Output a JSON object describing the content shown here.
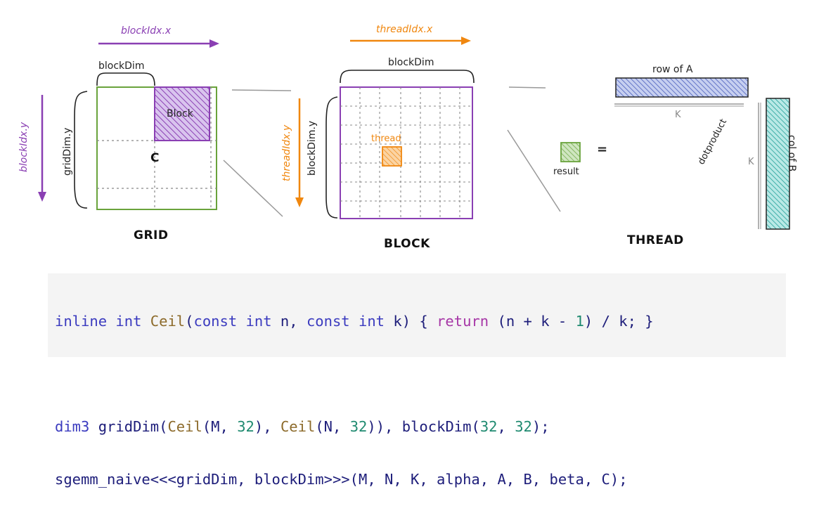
{
  "diagram": {
    "grid": {
      "arrow_x_label": "blockIdx.x",
      "arrow_y_label": "blockIdx.y",
      "width_label": "blockDim",
      "height_label": "gridDim.y",
      "block_label": "Block",
      "matrix_label": "C",
      "caption": "GRID"
    },
    "block": {
      "arrow_x_label": "threadIdx.x",
      "arrow_y_label": "threadIdx.y",
      "width_label": "blockDim",
      "height_label": "blockDim.y",
      "thread_label": "thread",
      "caption": "BLOCK"
    },
    "thread": {
      "row_label": "row of A",
      "col_label": "col of B",
      "k_label_row": "K",
      "k_label_col": "K",
      "dot_label": "dotproduct",
      "result_label": "result",
      "equals": "=",
      "caption": "THREAD"
    },
    "colors": {
      "purple": "#8a3fb3",
      "orange": "#f0870f",
      "green": "#6aa33c",
      "blue": "#5a6fc4",
      "teal": "#2aa7a0",
      "dark": "#222222"
    }
  },
  "code": {
    "line1": [
      {
        "t": "inline int ",
        "c": "kw"
      },
      {
        "t": "Ceil",
        "c": "fn"
      },
      {
        "t": "(",
        "c": "tx"
      },
      {
        "t": "const int ",
        "c": "kw"
      },
      {
        "t": "n, ",
        "c": "tx"
      },
      {
        "t": "const int ",
        "c": "kw"
      },
      {
        "t": "k) { ",
        "c": "tx"
      },
      {
        "t": "return",
        "c": "ret"
      },
      {
        "t": " (n + k - ",
        "c": "tx"
      },
      {
        "t": "1",
        "c": "num"
      },
      {
        "t": ") / k; }",
        "c": "tx"
      }
    ],
    "line2": [],
    "line3": [
      {
        "t": "dim3 ",
        "c": "kw"
      },
      {
        "t": "gridDim(",
        "c": "tx"
      },
      {
        "t": "Ceil",
        "c": "fn"
      },
      {
        "t": "(M, ",
        "c": "tx"
      },
      {
        "t": "32",
        "c": "num"
      },
      {
        "t": "), ",
        "c": "tx"
      },
      {
        "t": "Ceil",
        "c": "fn"
      },
      {
        "t": "(N, ",
        "c": "tx"
      },
      {
        "t": "32",
        "c": "num"
      },
      {
        "t": ")), blockDim(",
        "c": "tx"
      },
      {
        "t": "32",
        "c": "num"
      },
      {
        "t": ", ",
        "c": "tx"
      },
      {
        "t": "32",
        "c": "num"
      },
      {
        "t": ");",
        "c": "tx"
      }
    ],
    "line4": [
      {
        "t": "sgemm_naive<<<gridDim, blockDim>>>(M, N, K, alpha, A, B, beta, C);",
        "c": "tx"
      }
    ]
  }
}
